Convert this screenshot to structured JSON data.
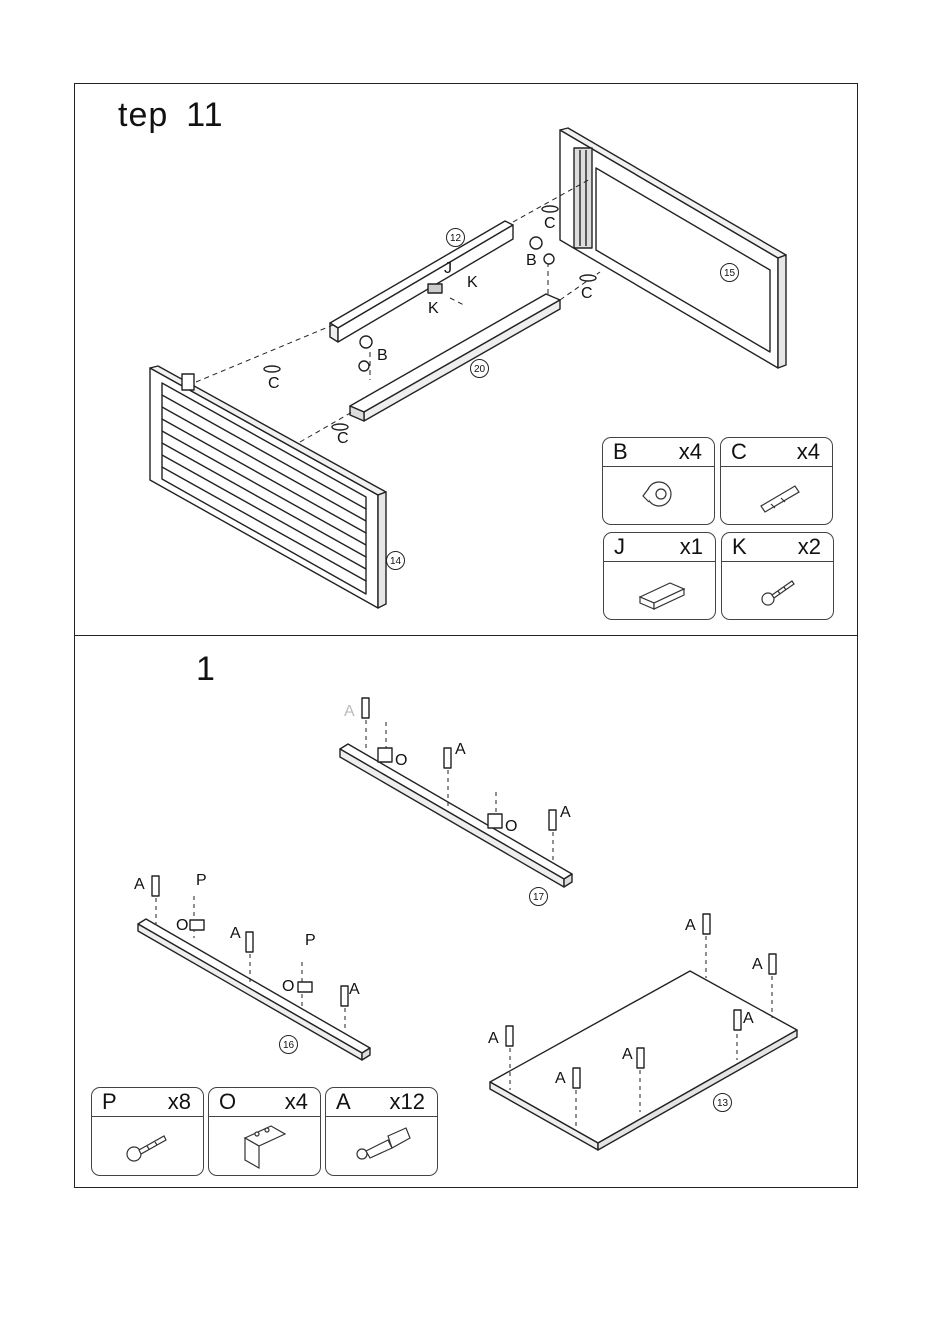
{
  "steps": [
    {
      "title_word": "tep",
      "title_number": "11"
    },
    {
      "title_word": "",
      "title_number": "1"
    }
  ],
  "step11": {
    "part_numbers": {
      "p12": "12",
      "p14": "14",
      "p15": "15",
      "p20": "20"
    },
    "hardware_labels": {
      "c1": "C",
      "c2": "C",
      "c3": "C",
      "c4": "C",
      "b1": "B",
      "b2": "B",
      "j": "J",
      "k1": "K",
      "k2": "K"
    },
    "parts": [
      {
        "code": "B",
        "qty": "x4",
        "icon": "cam-lock-icon"
      },
      {
        "code": "C",
        "qty": "x4",
        "icon": "dowel-icon"
      },
      {
        "code": "J",
        "qty": "x1",
        "icon": "bracket-icon"
      },
      {
        "code": "K",
        "qty": "x2",
        "icon": "screw-icon"
      }
    ]
  },
  "step1": {
    "part_numbers": {
      "p16": "16",
      "p17": "17",
      "p13": "13"
    },
    "hardware_labels": {
      "a1": "A",
      "a2": "A",
      "a3": "A",
      "a4": "A",
      "a5": "A",
      "a6": "A",
      "a7": "A",
      "a8": "A",
      "a9": "A",
      "a10": "A",
      "a11": "A",
      "a12": "A",
      "o1": "O",
      "o2": "O",
      "o3": "O",
      "o4": "O",
      "p1": "P",
      "p2": "P"
    },
    "parts": [
      {
        "code": "P",
        "qty": "x8",
        "icon": "screw-icon"
      },
      {
        "code": "O",
        "qty": "x4",
        "icon": "angle-bracket-icon"
      },
      {
        "code": "A",
        "qty": "x12",
        "icon": "cam-bolt-icon"
      }
    ]
  }
}
